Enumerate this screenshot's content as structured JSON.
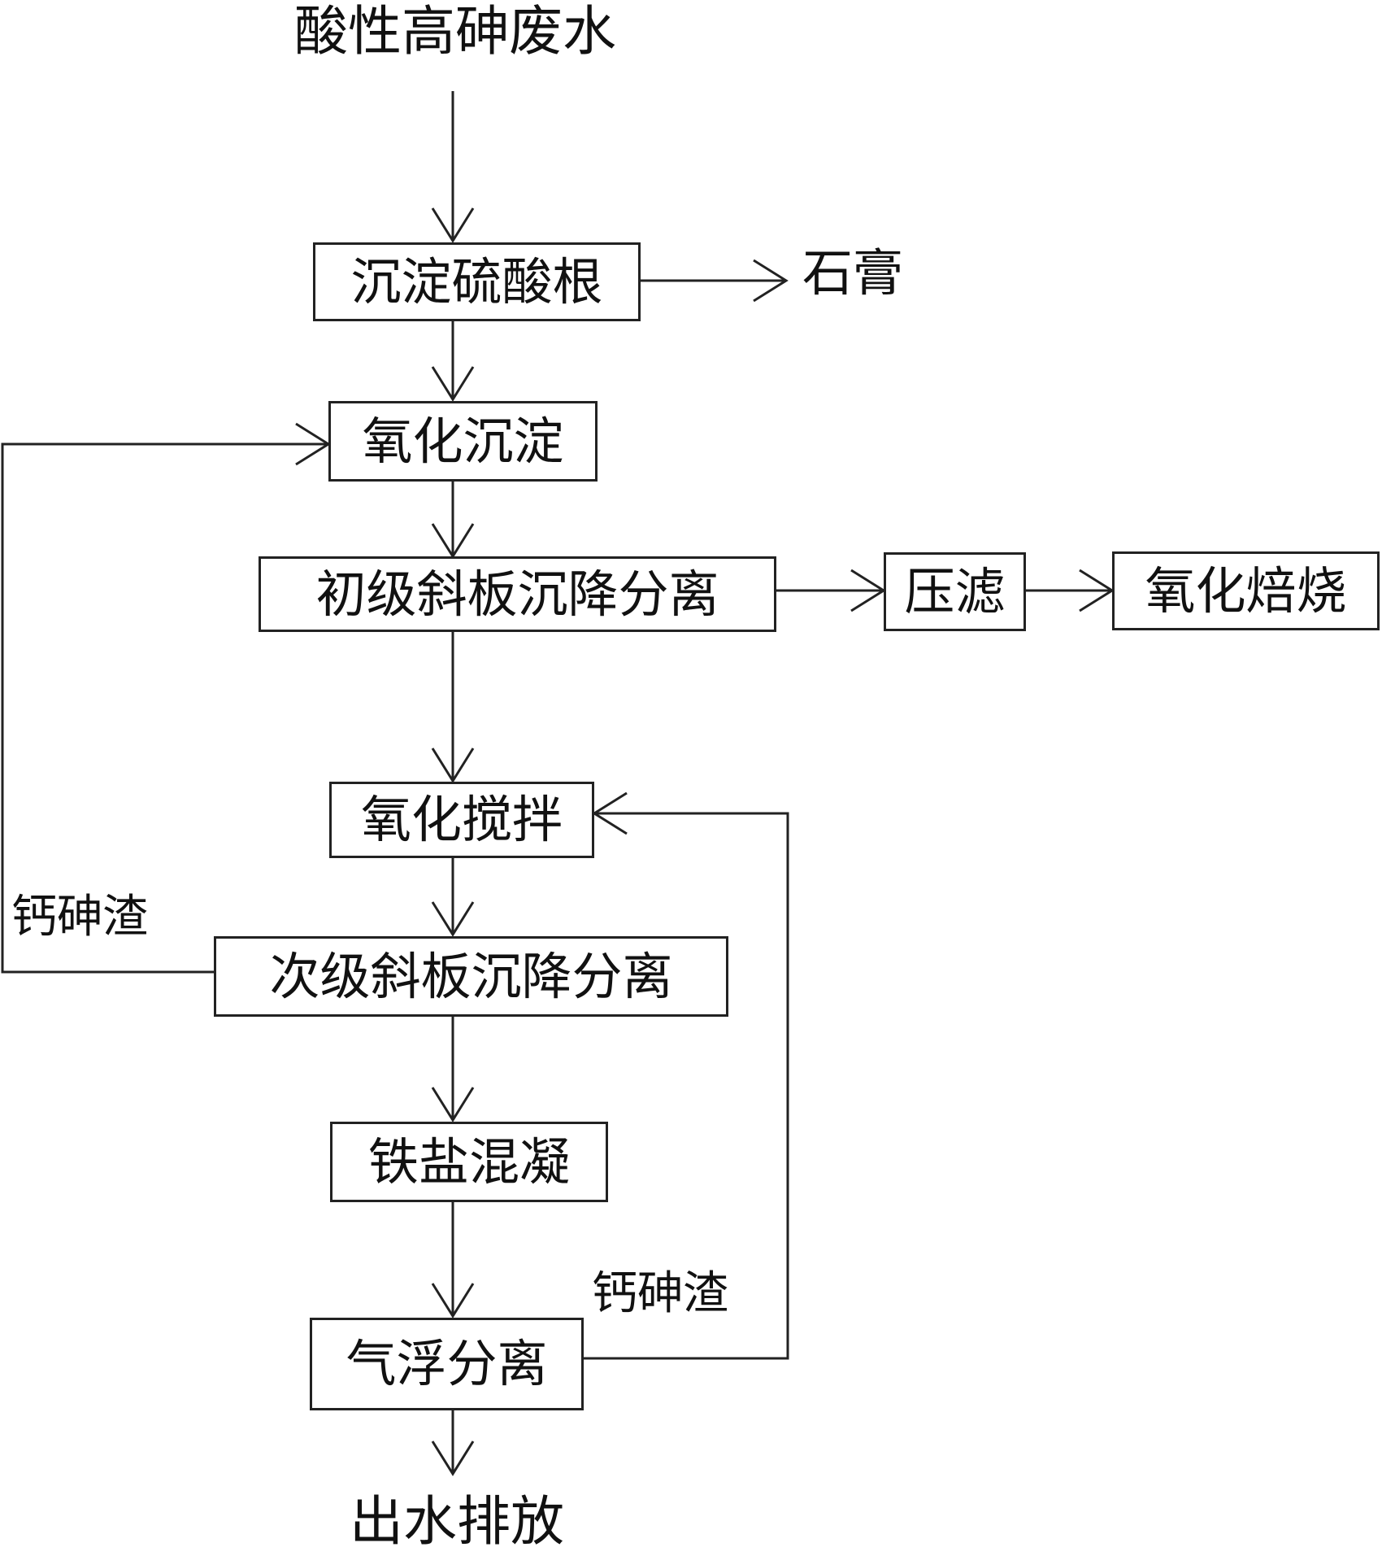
{
  "title": "酸性高砷废水",
  "outflow": "出水排放",
  "nodes": {
    "sulfate_precipitation": "沉淀硫酸根",
    "gypsum": "石膏",
    "oxidation_precipitation": "氧化沉淀",
    "primary_settling": "初级斜板沉降分离",
    "press_filter": "压滤",
    "oxidation_roasting": "氧化焙烧",
    "oxidation_stirring": "氧化搅拌",
    "secondary_settling": "次级斜板沉降分离",
    "iron_coagulation": "铁盐混凝",
    "flotation": "气浮分离"
  },
  "recycle_labels": {
    "left": "钙砷渣",
    "right": "钙砷渣"
  }
}
